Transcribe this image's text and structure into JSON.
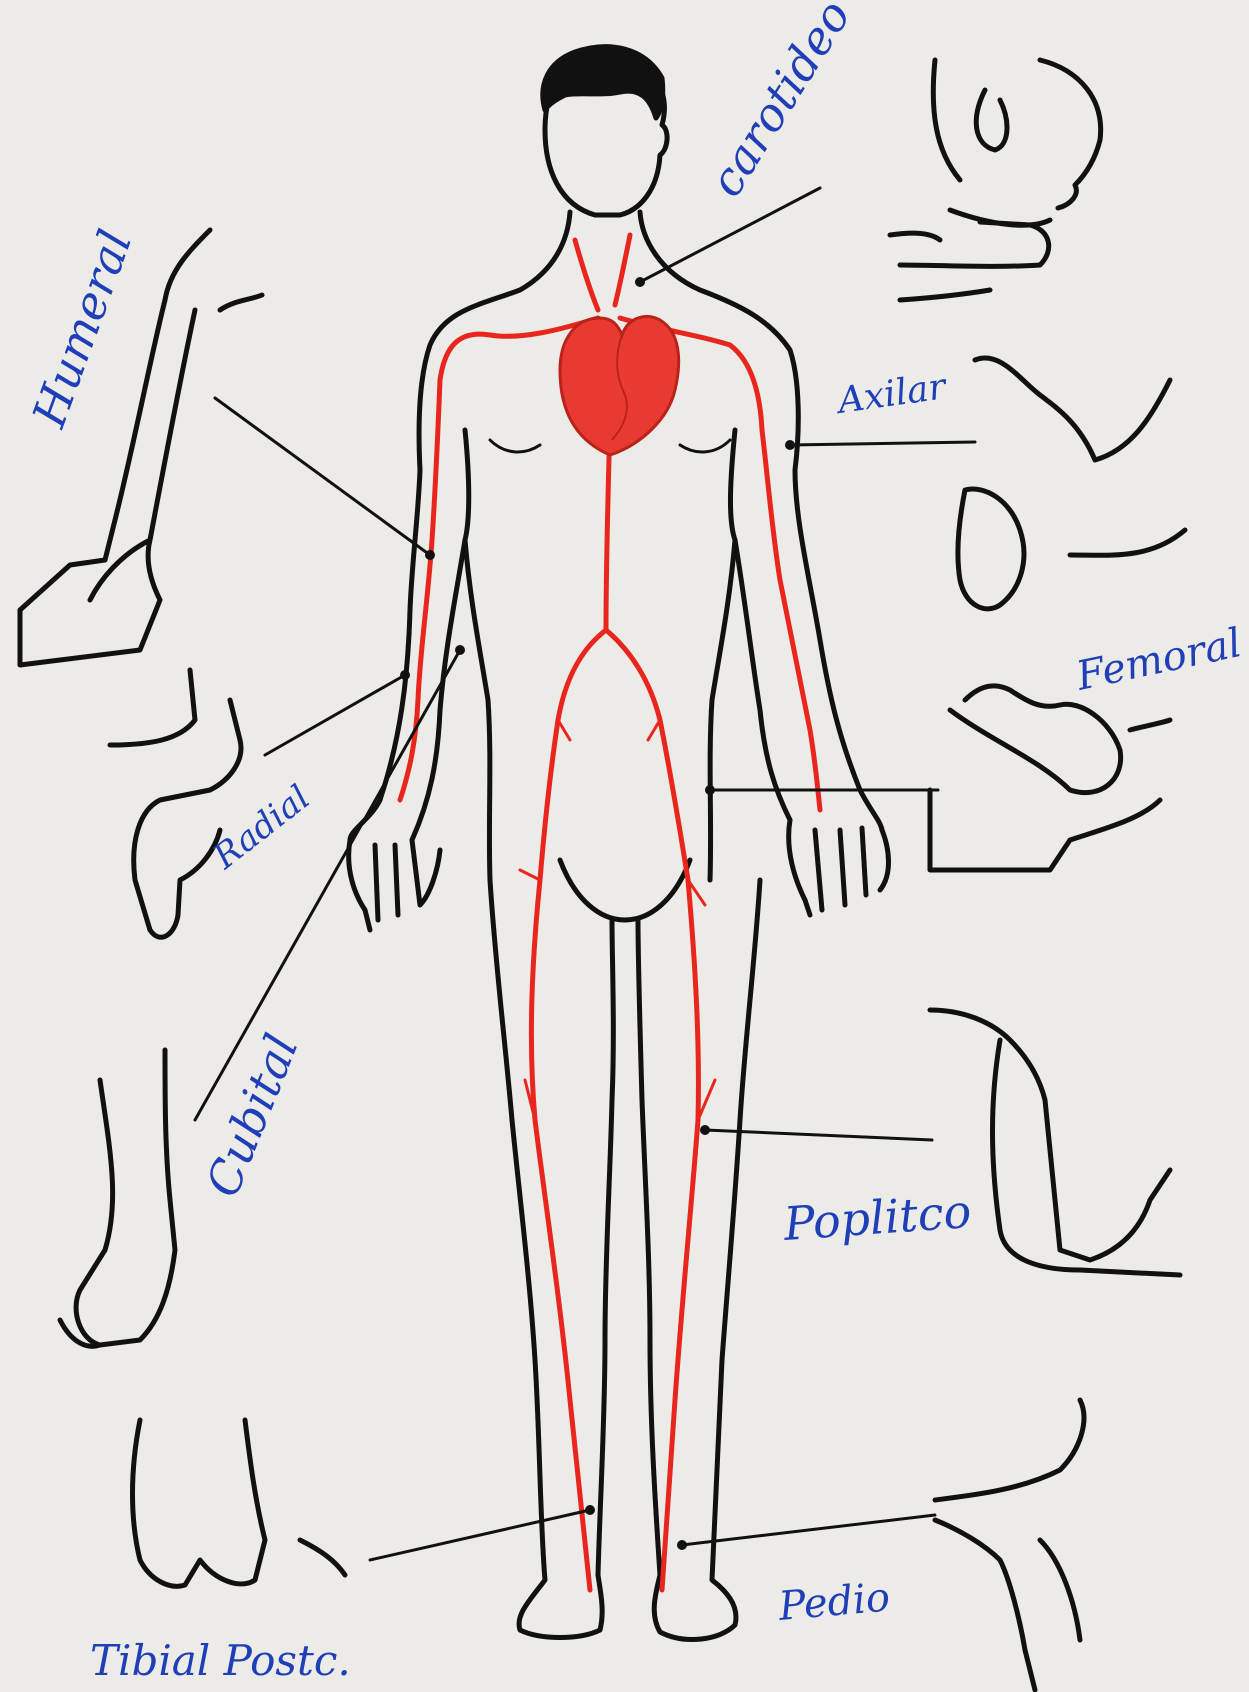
{
  "colors": {
    "paper": "#ecebe7",
    "ink": "#111111",
    "artery": "#e8261e",
    "heart": "#e83a30",
    "label": "#1f3fb8"
  },
  "labels": {
    "carotideo": "carotideo",
    "humeral": "Humeral",
    "axilar": "Axilar",
    "femoral": "Femoral",
    "radial": "Radial",
    "cubital": "Cubital",
    "popliteo": "Poplitco",
    "tibial": "Tibial Postc.",
    "pedio": "Pedio"
  }
}
